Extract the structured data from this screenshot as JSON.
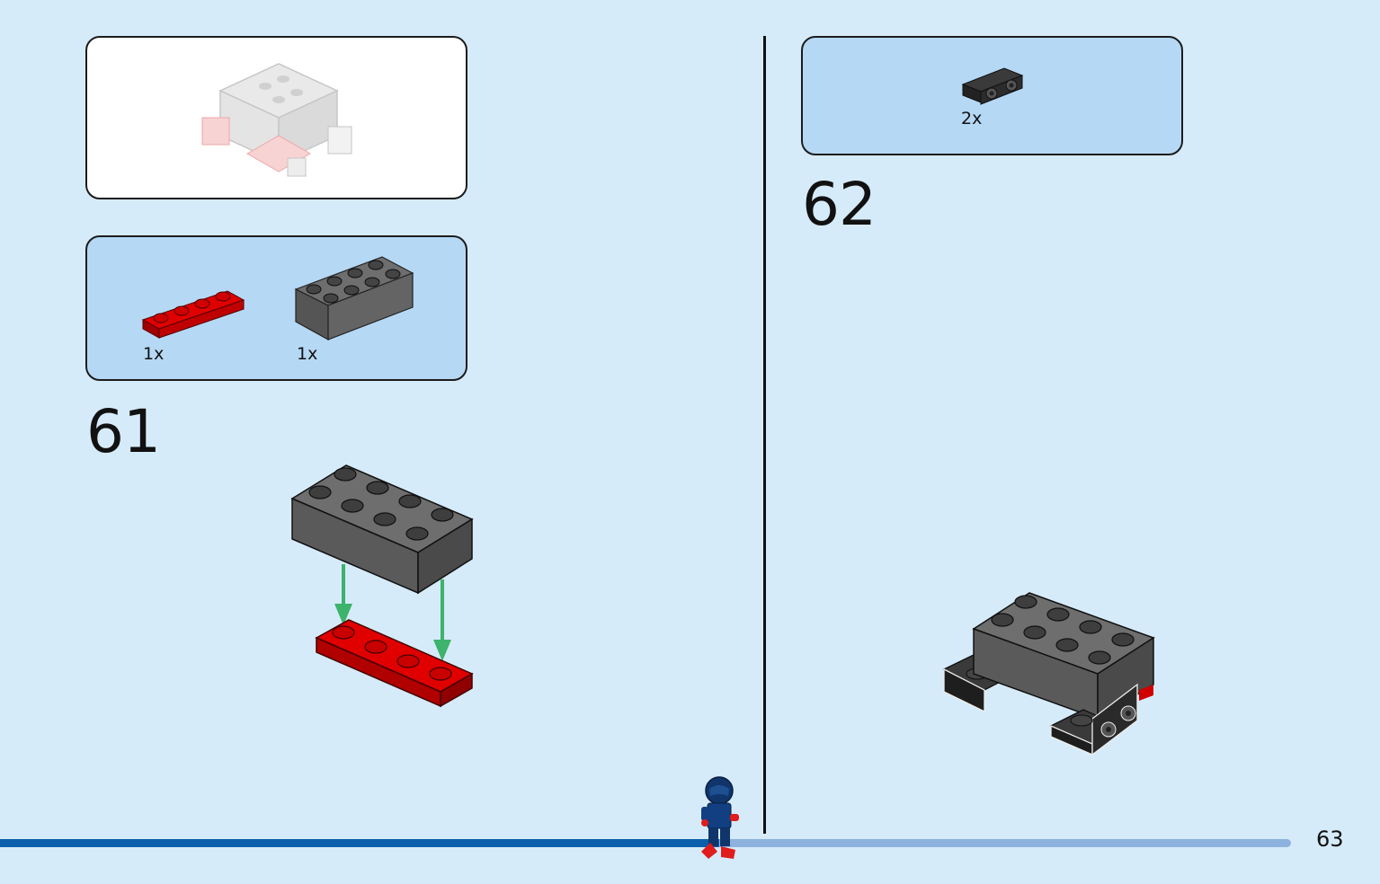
{
  "left_page": {
    "preview_panel": {
      "icon": "assembled-model-preview"
    },
    "parts_panel": {
      "parts": [
        {
          "name": "red-1x4-plate",
          "color": "#d40000",
          "qty": "1x"
        },
        {
          "name": "dark-gray-2x4-brick",
          "color": "#5e5e5e",
          "qty": "1x"
        }
      ]
    },
    "step_number": "61"
  },
  "right_page": {
    "parts_panel": {
      "parts": [
        {
          "name": "black-bracket-plate",
          "color": "#2b2b2b",
          "qty": "2x"
        }
      ]
    },
    "step_number": "62"
  },
  "footer": {
    "page_number": "63",
    "progress": 0.52,
    "mascot": "minifigure-runner-icon"
  },
  "colors": {
    "background": "#d6ebf9",
    "parts_panel": "#b5d8f4",
    "progress_done": "#0b5fab",
    "progress_rest": "#8eb2de",
    "arrow": "#3db36b"
  }
}
